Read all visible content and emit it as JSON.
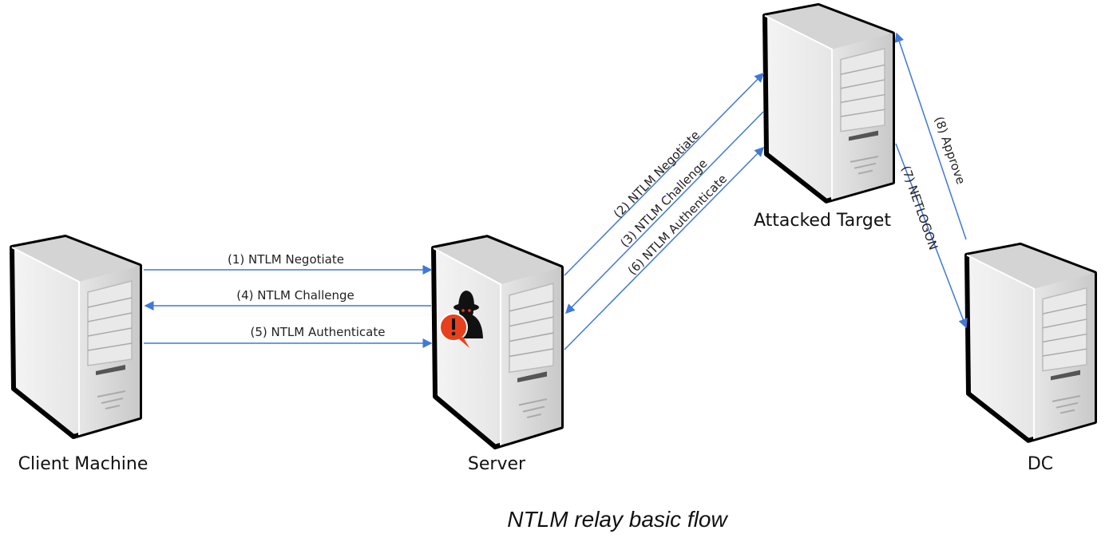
{
  "nodes": {
    "client": "Client Machine",
    "server": "Server",
    "target": "Attacked Target",
    "dc": "DC"
  },
  "messages": {
    "m1": "(1) NTLM Negotiate",
    "m4": "(4) NTLM Challenge",
    "m5": "(5) NTLM Authenticate",
    "m2": "(2) NTLM Negotiate",
    "m3": "(3) NTLM Challenge",
    "m6": "(6) NTLM Authenticate",
    "m7": "(7) NETLOGON",
    "m8": "(8) Approve"
  },
  "caption": "NTLM relay basic flow",
  "icons": {
    "server": "server-tower-icon",
    "attacker": "hacker-warning-icon"
  },
  "colors": {
    "arrow": "#3f78d8",
    "warning": "#e8401c"
  }
}
